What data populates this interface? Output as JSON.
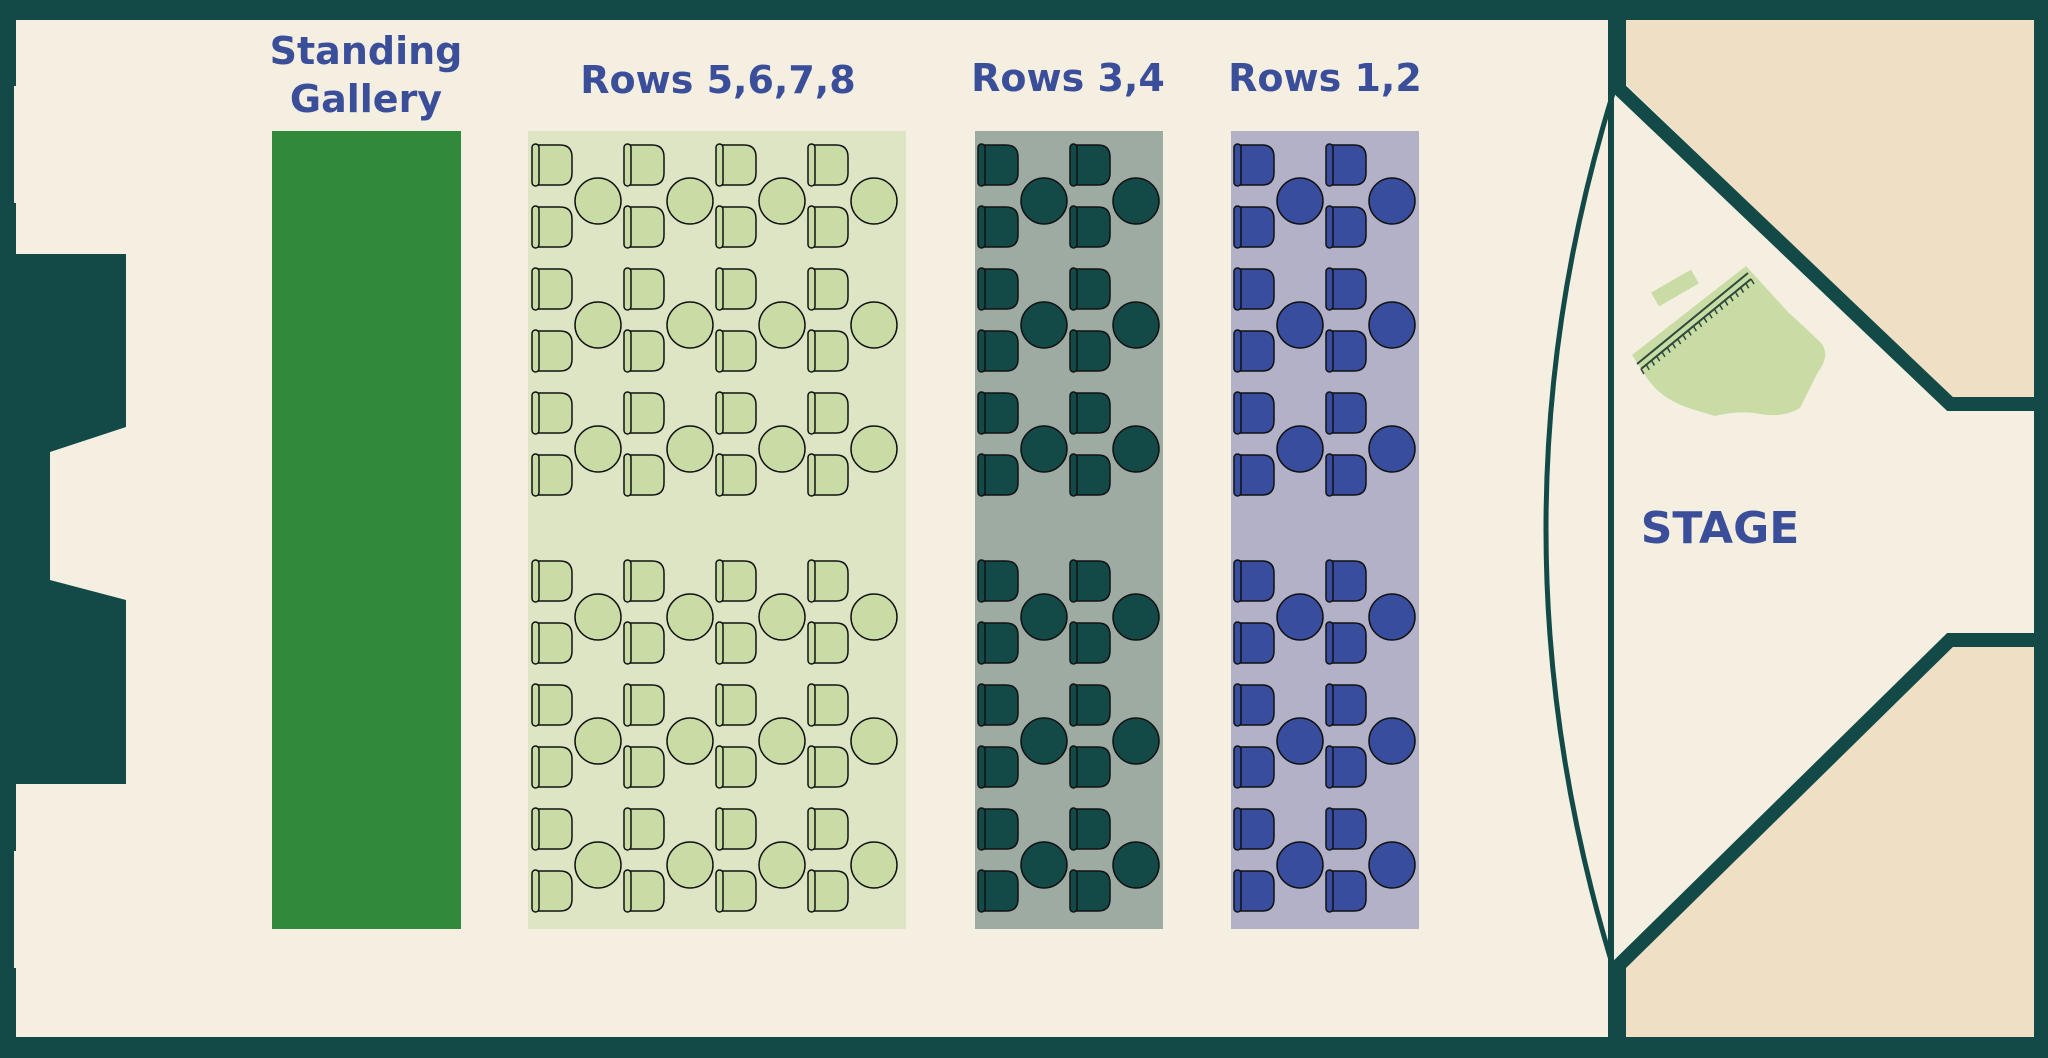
{
  "labels": {
    "standing_line1": "Standing",
    "standing_line2": "Gallery",
    "rows_5678": "Rows 5,6,7,8",
    "rows_34": "Rows 3,4",
    "rows_12": "Rows 1,2",
    "stage": "STAGE"
  },
  "sections": [
    {
      "id": "rows-5678",
      "tables_per_row": 4,
      "rows": 6,
      "chairs_per_table": 2
    },
    {
      "id": "rows-34",
      "tables_per_row": 2,
      "rows": 6,
      "chairs_per_table": 2
    },
    {
      "id": "rows-12",
      "tables_per_row": 2,
      "rows": 6,
      "chairs_per_table": 2
    }
  ],
  "colors": {
    "wall": "#134a47",
    "floor": "#f4efe1",
    "wing": "#efdfc5",
    "standing_gallery": "#318a3c",
    "zone_5678": "#dee5c5",
    "zone_34": "#9eaba2",
    "zone_12": "#b2b1c8",
    "seat_5678": "#c9dca6",
    "seat_34": "#134a47",
    "seat_12": "#384d9e",
    "piano": "#c9dca6",
    "label": "#3b4e9a"
  },
  "icons": {
    "piano": "grand-piano-icon"
  }
}
